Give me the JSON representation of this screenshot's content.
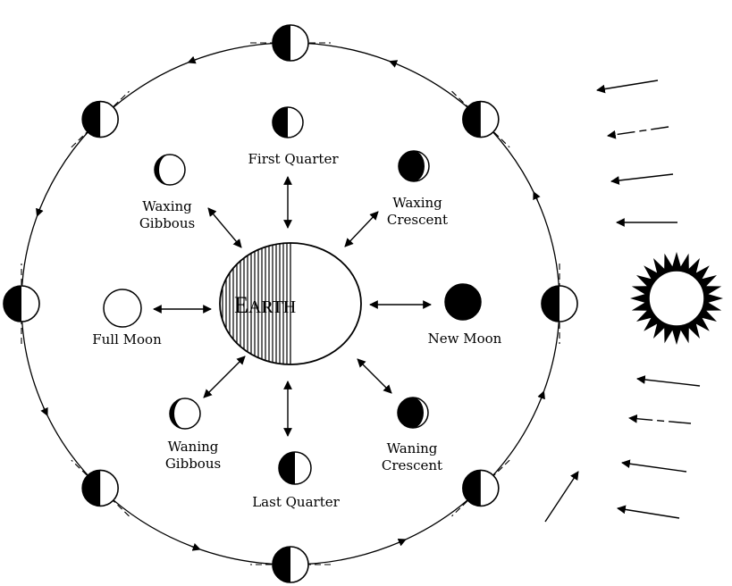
{
  "earth": {
    "label_initial": "E",
    "label_rest": "ARTH"
  },
  "phases": {
    "first_quarter": "First Quarter",
    "waxing_crescent": [
      "Waxing",
      "Crescent"
    ],
    "waxing_gibbous": [
      "Waxing",
      "Gibbous"
    ],
    "full_moon": "Full Moon",
    "new_moon": "New Moon",
    "waning_gibbous": [
      "Waning",
      "Gibbous"
    ],
    "waning_crescent": [
      "Waning",
      "Crescent"
    ],
    "last_quarter": "Last Quarter"
  },
  "colors": {
    "ink": "#000000",
    "paper": "#ffffff"
  },
  "icons": [
    "sun-icon",
    "sunlight-ray-arrow",
    "moon-phase-icon",
    "earth-icon"
  ]
}
